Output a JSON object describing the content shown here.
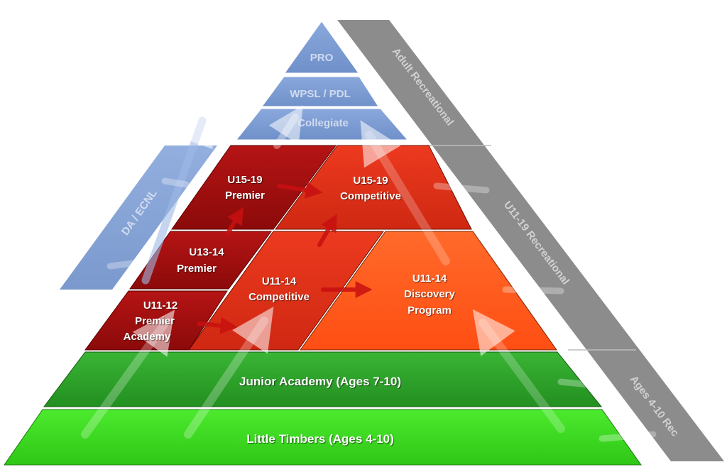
{
  "diagram": {
    "top_tiers": {
      "pro": "PRO",
      "wpsl_pdl": "WPSL / PDL",
      "collegiate": "Collegiate"
    },
    "side_band": {
      "da_ecnl": "DA / ECNL"
    },
    "recreational": {
      "adult": "Adult Recreational",
      "u11_19": "U11-19 Recreational",
      "ages_4_10": "Ages 4-10 Rec"
    },
    "premier": {
      "u15_19": [
        "U15-19",
        "Premier"
      ],
      "u13_14": [
        "U13-14",
        "Premier"
      ],
      "u11_12": [
        "U11-12",
        "Premier",
        "Academy"
      ]
    },
    "competitive": {
      "u15_19": [
        "U15-19",
        "Competitive"
      ],
      "u11_14": [
        "U11-14",
        "Competitive"
      ]
    },
    "discovery": [
      "U11-14",
      "Discovery",
      "Program"
    ],
    "base": {
      "junior_academy": "Junior Academy (Ages 7-10)",
      "little_timbers": "Little Timbers (Ages 4-10)"
    },
    "colors": {
      "premier": "#a30d0d",
      "competitive": "#e0301a",
      "discovery": "#ff5a1f",
      "junior_green": "#2fa82b",
      "little_green": "#3ce01f",
      "blue_tier": "#7f9fd6",
      "gray_band": "#8a8a8a"
    }
  }
}
